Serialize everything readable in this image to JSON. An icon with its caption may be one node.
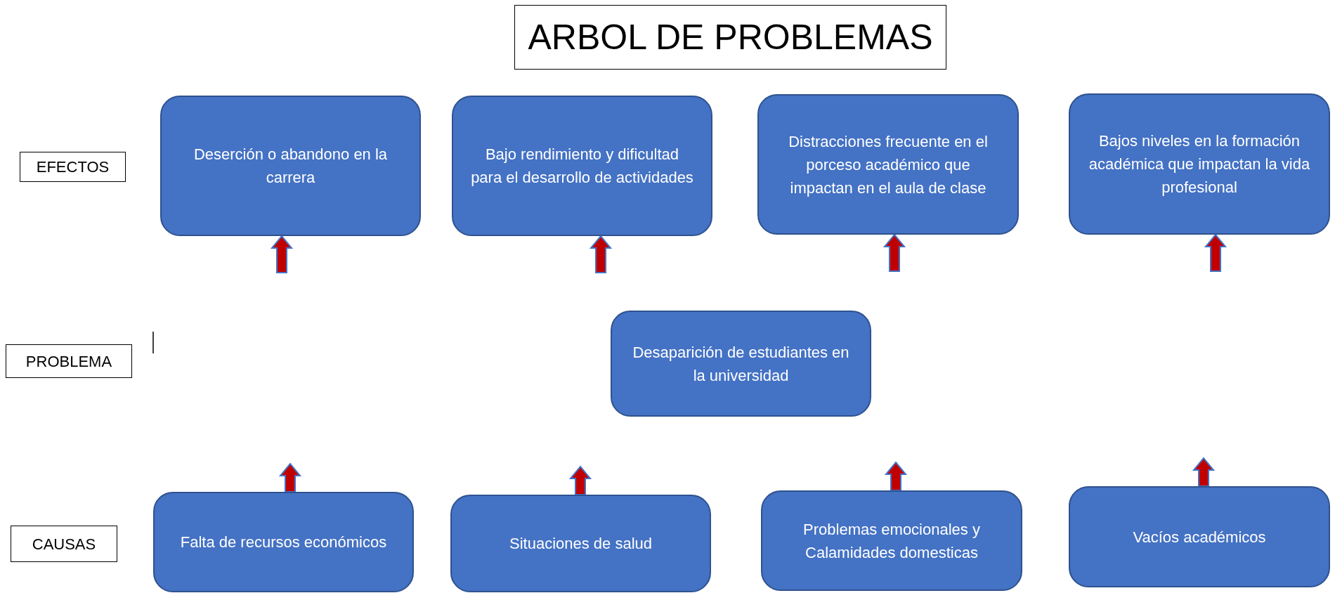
{
  "diagram": {
    "title": "ARBOL DE PROBLEMAS",
    "nodes": [
      {
        "text": [
          "EFECTOS"
        ]
      },
      {
        "text": [
          "Deserción o abandono en la carrera"
        ]
      },
      {
        "text": [
          "Bajo rendimiento y dificultad para el desarrollo de actividades"
        ]
      },
      {
        "text": [
          "Distracciones frecuente en el porceso académico que impactan en el aula de clase"
        ]
      },
      {
        "text": [
          "Bajos niveles en la formación académica que impactan la vida profesional"
        ]
      },
      {
        "text": [
          "PROBLEMA"
        ]
      },
      {
        "text": [
          "Desaparición de estudiantes en la universidad"
        ]
      },
      {
        "text": [
          "CAUSAS"
        ]
      },
      {
        "text": [
          "Falta de recursos económicos"
        ]
      },
      {
        "text": [
          "Situaciones de salud"
        ]
      },
      {
        "text": [
          "Problemas emocionales y Calamidades domesticas"
        ]
      },
      {
        "text": [
          "Vacíos académicos"
        ]
      }
    ],
    "edges": [
      {
        "from": null,
        "to": 1,
        "arrow": "to"
      },
      {
        "from": null,
        "to": 2,
        "arrow": "to"
      },
      {
        "from": null,
        "to": 3,
        "arrow": "to"
      },
      {
        "from": null,
        "to": 4,
        "arrow": "to"
      },
      {
        "from": 8,
        "to": null,
        "arrow": "to"
      },
      {
        "from": 9,
        "to": null,
        "arrow": "to"
      },
      {
        "from": 10,
        "to": null,
        "arrow": "to"
      },
      {
        "from": 11,
        "to": null,
        "arrow": "to"
      }
    ]
  }
}
